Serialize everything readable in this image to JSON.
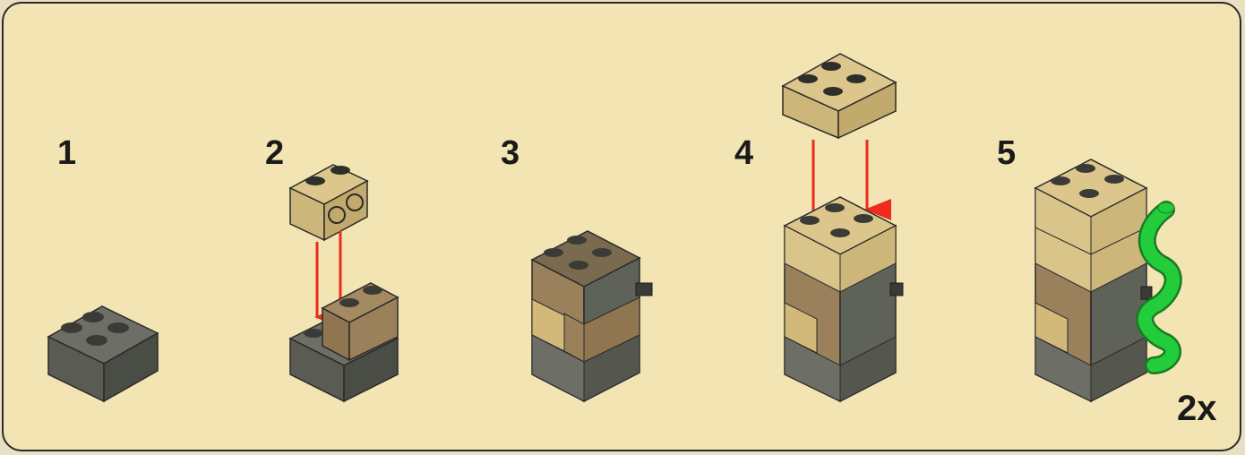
{
  "steps": [
    "1",
    "2",
    "3",
    "4",
    "5"
  ],
  "multiplier": "2x",
  "colors": {
    "background": "#f2e5b3",
    "dark_gray": "#5f6258",
    "tan": "#d9c48a",
    "dark_tan": "#9a815b",
    "arrow": "#ee2b1c",
    "snake": "#22cc3a"
  }
}
